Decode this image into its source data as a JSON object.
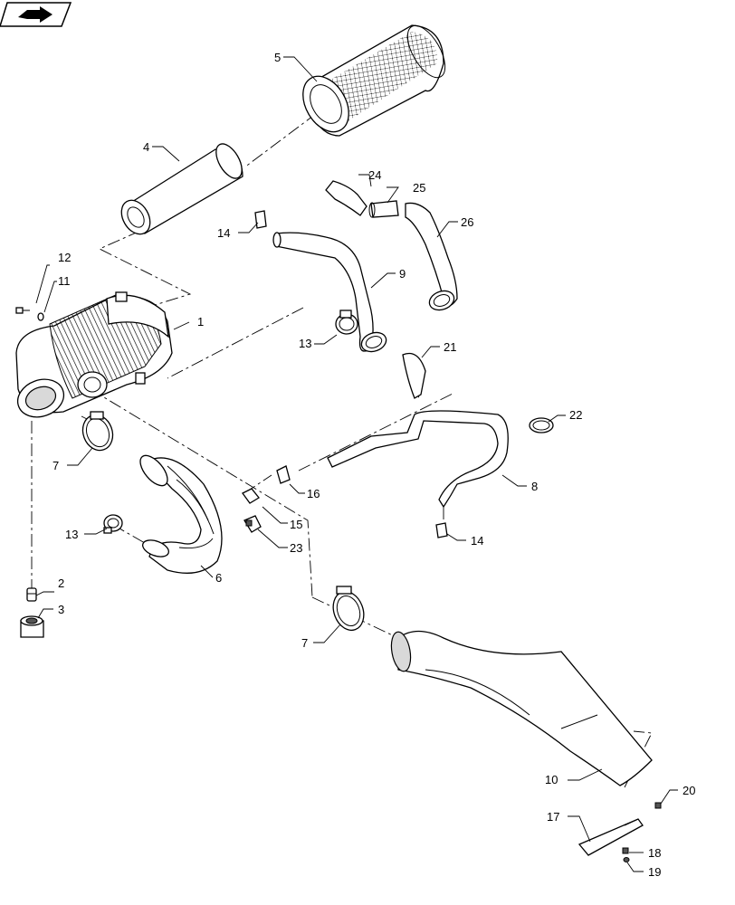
{
  "nav_icon": {
    "name": "page-forward-icon"
  },
  "callouts": {
    "c1": "1",
    "c2": "2",
    "c3": "3",
    "c4": "4",
    "c5": "5",
    "c6": "6",
    "c7a": "7",
    "c7b": "7",
    "c8": "8",
    "c9": "9",
    "c10": "10",
    "c11": "11",
    "c12": "12",
    "c13a": "13",
    "c13b": "13",
    "c14a": "14",
    "c14b": "14",
    "c15": "15",
    "c16": "16",
    "c17": "17",
    "c18": "18",
    "c19": "19",
    "c20": "20",
    "c21": "21",
    "c22": "22",
    "c23": "23",
    "c24": "24",
    "c25": "25",
    "c26": "26"
  }
}
